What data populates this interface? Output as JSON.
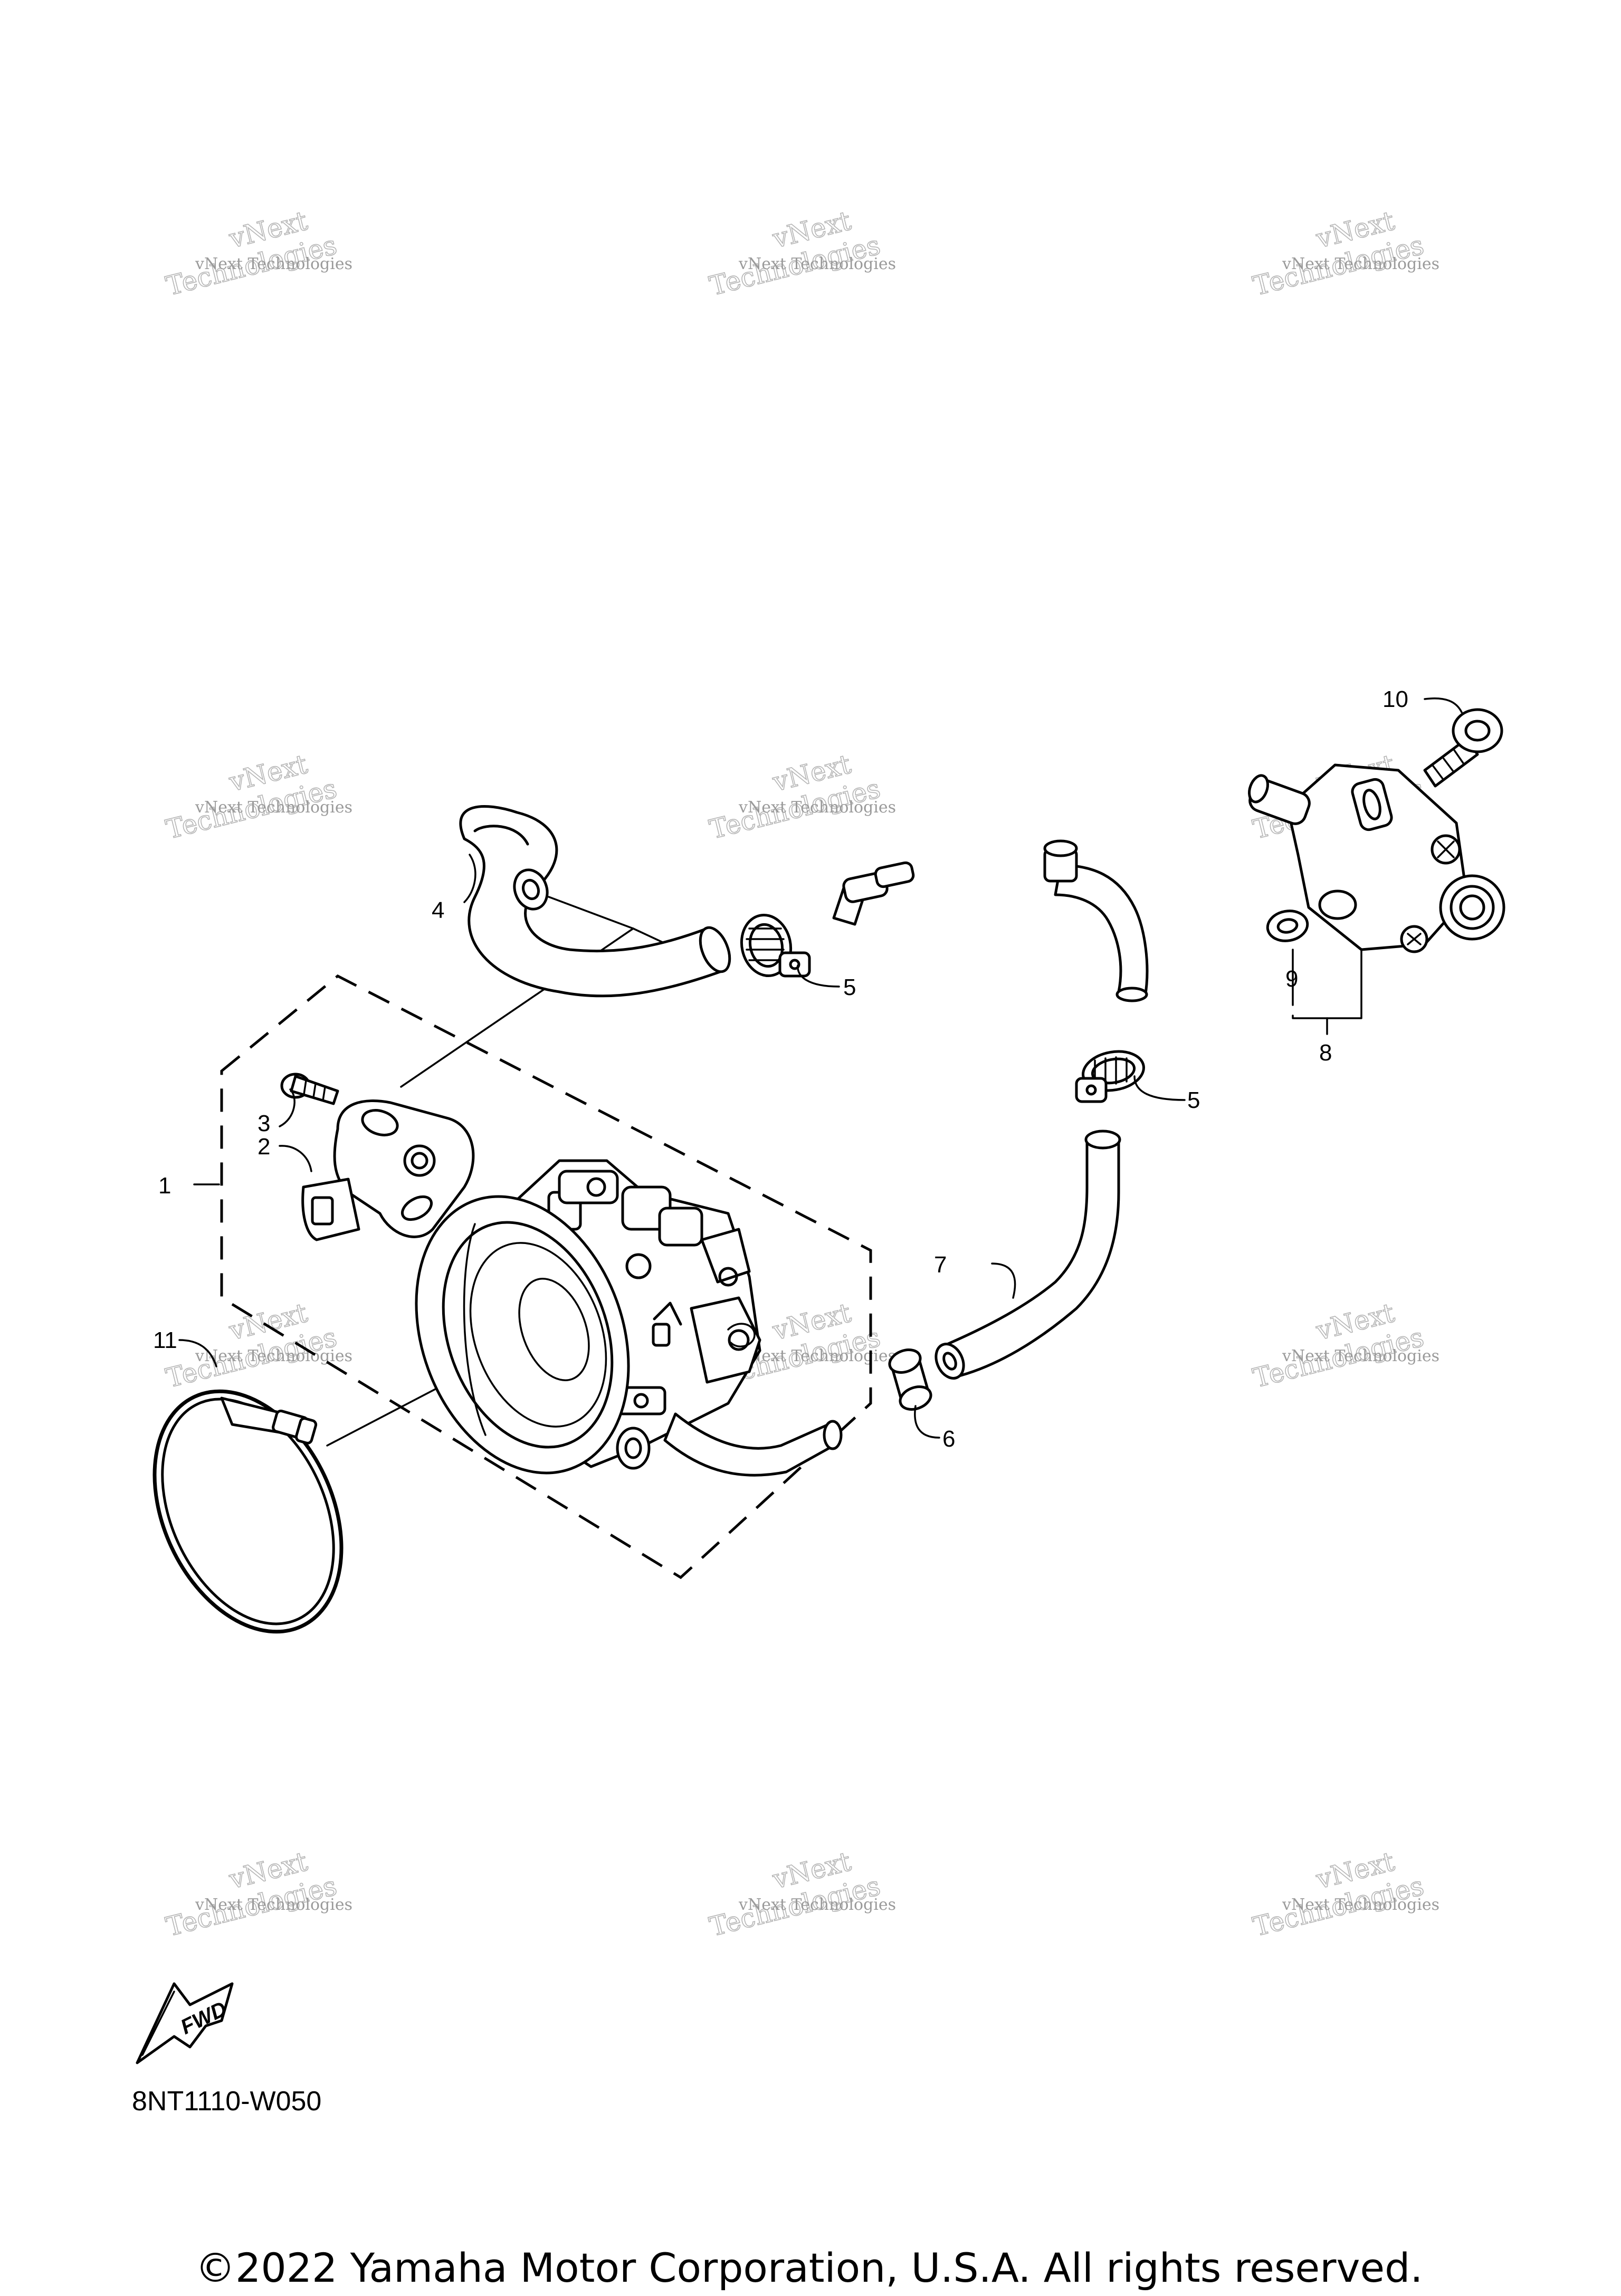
{
  "watermark": {
    "line1": "vNext",
    "line2": "vNext Technologies",
    "line3": "Technologies"
  },
  "callouts": {
    "c1": "1",
    "c2": "2",
    "c3": "3",
    "c4": "4",
    "c5a": "5",
    "c5b": "5",
    "c6": "6",
    "c7": "7",
    "c8": "8",
    "c9": "9",
    "c10": "10",
    "c11": "11"
  },
  "fwd_label": "FWD",
  "diagram_code": "8NT1110-W050",
  "copyright": "©2022 Yamaha Motor Corporation, U.S.A. All rights reserved."
}
